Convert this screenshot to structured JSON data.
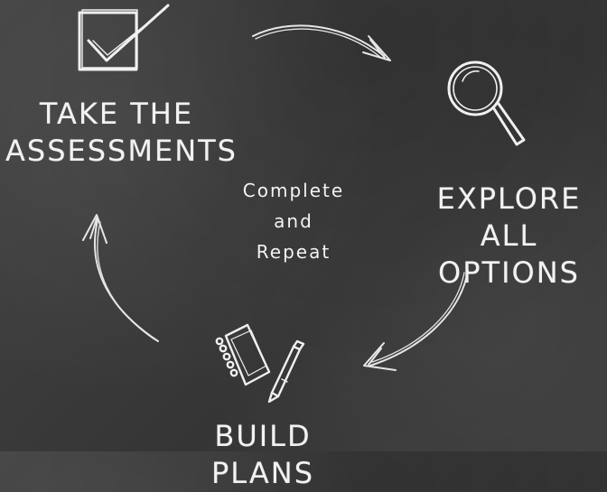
{
  "diagram": {
    "center_text": [
      "Complete",
      "and",
      "Repeat"
    ],
    "steps": [
      {
        "lines": [
          "TAKE THE",
          "ASSESSMENTS"
        ],
        "icon": "checkbox-check-icon"
      },
      {
        "lines": [
          "EXPLORE ALL",
          "OPTIONS"
        ],
        "icon": "magnifying-glass-icon"
      },
      {
        "lines": [
          "BUILD PLANS"
        ],
        "icon": "notebook-pencil-icon"
      }
    ]
  }
}
